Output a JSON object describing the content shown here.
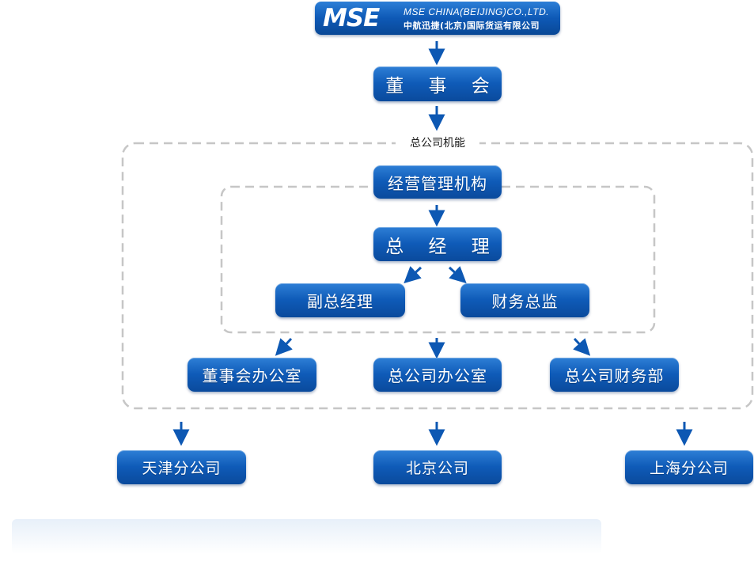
{
  "logo": {
    "mark": "MSE",
    "english": "MSE CHINA(BEIJING)CO.,LTD.",
    "chinese": "中航迅捷(北京)国际货运有限公司"
  },
  "nodes": {
    "board": "董 事 会",
    "management": "经营管理机构",
    "general_manager": "总 经 理",
    "deputy_gm": "副总经理",
    "finance_director": "财务总监",
    "board_office": "董事会办公室",
    "hq_office": "总公司办公室",
    "hq_finance": "总公司财务部",
    "branches": [
      "天津分公司",
      "北京公司",
      "上海分公司"
    ]
  },
  "groups": {
    "hq_functions": "总公司机能"
  },
  "colors": {
    "node_blue": "#0f5bb8",
    "arrow_blue": "#0d58b3",
    "dash_gray": "#c6c6c6"
  }
}
